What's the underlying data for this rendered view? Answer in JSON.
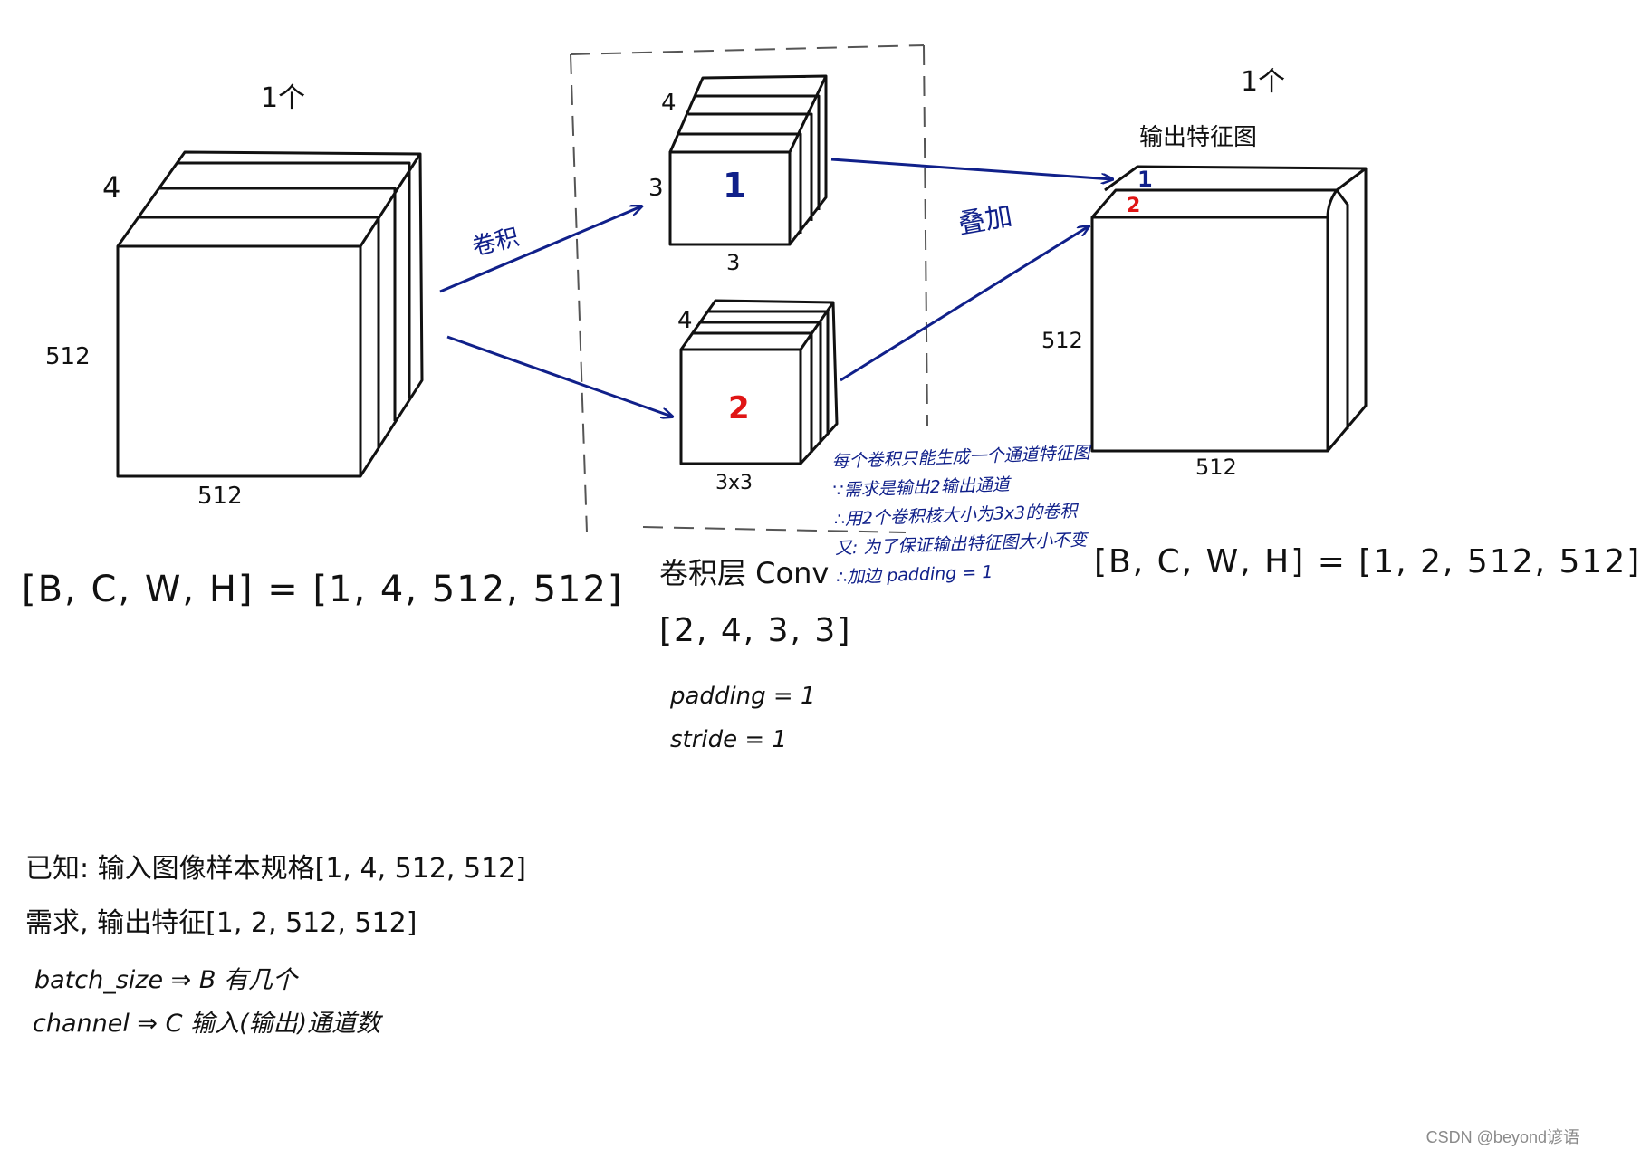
{
  "input": {
    "count": "1个",
    "channels": "4",
    "height": "512",
    "width": "512",
    "shape": "[B, C, W, H] = [1, 4, 512, 512]"
  },
  "conv": {
    "arrow_label": "卷积",
    "kernel1": {
      "depth": "4",
      "height": "3",
      "width": "3",
      "index": "1"
    },
    "kernel2": {
      "depth": "4",
      "size": "3x3",
      "index": "2"
    },
    "layer_label": "卷积层 Conv",
    "shape": "[2, 4, 3, 3]",
    "padding": "padding = 1",
    "stride": "stride = 1"
  },
  "stack_label": "叠加",
  "output": {
    "count": "1个",
    "title": "输出特征图",
    "height": "512",
    "width": "512",
    "channel1": "1",
    "channel2": "2",
    "shape": "[B, C, W, H] = [1, 2, 512, 512]"
  },
  "notes": [
    "每个卷积只能生成一个通道特征图",
    "∵需求是输出2输出通道",
    "∴用2个卷积核大小为3x3的卷积",
    "又: 为了保证输出特征图大小不变",
    "∴加边 padding = 1"
  ],
  "known": {
    "given": "已知: 输入图像样本规格[1, 4, 512, 512]",
    "need": "需求, 输出特征[1, 2, 512, 512]",
    "batch": "batch_size ⇒ B   有几个",
    "channel": "channel  ⇒ C   输入(输出)通道数"
  },
  "watermark": "CSDN @beyond谚语",
  "colors": {
    "ink": "#111111",
    "blue_ink": "#10208a",
    "red_ink": "#e01515",
    "dashed": "#555555"
  }
}
